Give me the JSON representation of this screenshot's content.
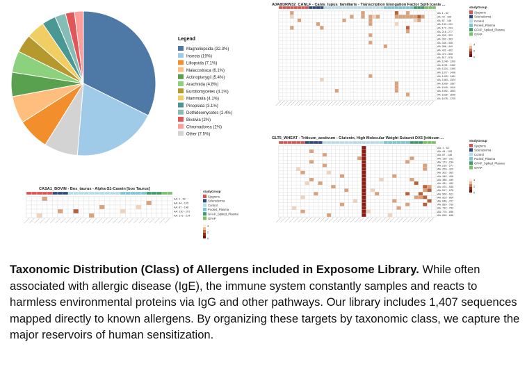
{
  "figure": {
    "caption_title": "Taxonomic Distribution (Class) of Allergens included in Exposome Library.",
    "caption_body": "While often associated with allergic disease (IgE), the immune system constantly samples and reacts to harmless environmental proteins via IgG and other pathways. Our library includes 1,407 sequences mapped directly to known allergens. By organizing these targets by taxonomic class, we capture the major reservoirs of human sensitization."
  },
  "chart_data": [
    {
      "type": "pie",
      "legend_title": "Legend",
      "legend_position": "right",
      "labels": [
        "Magnoliopsida (32.3%)",
        "Insecta (19%)",
        "Liliopsida (7.1%)",
        "Malacostraca (6.1%)",
        "Actinopterygii (5.4%)",
        "Arachnida (4.8%)",
        "Eurotiomycetes (4.1%)",
        "Mammalia (4.1%)",
        "Pinopsida (3.1%)",
        "Dothideomycetes (2.4%)",
        "Bivalvia (2%)",
        "Chromadorea (2%)",
        "Other (7.5%)"
      ],
      "slices": [
        {
          "name": "Magnoliopsida",
          "value": 32.3,
          "color": "#4e79a7"
        },
        {
          "name": "Insecta",
          "value": 19,
          "color": "#a0cbe8"
        },
        {
          "name": "Other",
          "value": 7.5,
          "color": "#d3d3d3"
        },
        {
          "name": "Liliopsida",
          "value": 7.1,
          "color": "#f28e2b"
        },
        {
          "name": "Malacostraca",
          "value": 6.1,
          "color": "#ffbe7d"
        },
        {
          "name": "Actinopterygii",
          "value": 5.4,
          "color": "#59a14f"
        },
        {
          "name": "Arachnida",
          "value": 4.8,
          "color": "#8cd17d"
        },
        {
          "name": "Eurotiomycetes",
          "value": 4.1,
          "color": "#b6992d"
        },
        {
          "name": "Mammalia",
          "value": 4.1,
          "color": "#f1ce63"
        },
        {
          "name": "Pinopsida",
          "value": 3.1,
          "color": "#499894"
        },
        {
          "name": "Dothideomycetes",
          "value": 2.4,
          "color": "#86bcb6"
        },
        {
          "name": "Bivalvia",
          "value": 2,
          "color": "#e15759"
        },
        {
          "name": "Chromadorea",
          "value": 2,
          "color": "#ff9d9a"
        }
      ]
    },
    {
      "type": "heatmap",
      "title": "A0A8I3RW32_CANLF - Canis_lupus_familiaris - Transcription Elongation Factor Spt6 [canis ...",
      "rows": [
        "AA: 1 - 62",
        "AA: 44 - 105",
        "AA: 87 - 148",
        "AA: 130 - 191",
        "AA: 173 - 234",
        "AA: 216 - 277",
        "AA: 259 - 320",
        "AA: 302 - 363",
        "AA: 345 - 406",
        "AA: 388 - 449",
        "AA: 431 - 492",
        "AA: 474 - 535",
        "AA: 517 - 578",
        "AA: 1248 - 1309",
        "AA: 1291 - 1352",
        "AA: 1334 - 1395",
        "AA: 1377 - 1438",
        "AA: 1420 - 1481",
        "AA: 1463 - 1524",
        "AA: 1506 - 1567",
        "AA: 1549 - 1610",
        "AA: 1592 - 1653",
        "AA: 1635 - 1696",
        "AA: 1678 - 1705"
      ],
      "legend_title": "studyGroup",
      "groups": [
        {
          "name": "Sjogrens",
          "color": "#d9534f"
        },
        {
          "name": "Scleroderma",
          "color": "#2e4a7a"
        },
        {
          "name": "Control",
          "color": "#b7dce6"
        },
        {
          "name": "Pooled_Plasma",
          "color": "#7fc4d4"
        },
        {
          "name": "GFAP_Spiked_Plasma",
          "color": "#3f9a6b"
        },
        {
          "name": "GFAP",
          "color": "#7cbf6a"
        }
      ],
      "scale": [
        "0",
        "2",
        "4"
      ]
    },
    {
      "type": "heatmap",
      "title": "GLT5_WHEAT - Triticum_aestivum - Glutenin, High Molecular Weight Subunit DX5 [triticum ...",
      "rows": [
        "AA: 1 - 62",
        "AA: 44 - 105",
        "AA: 87 - 148",
        "AA: 130 - 191",
        "AA: 173 - 234",
        "AA: 216 - 277",
        "AA: 259 - 320",
        "AA: 302 - 363",
        "AA: 345 - 406",
        "AA: 388 - 449",
        "AA: 431 - 492",
        "AA: 474 - 535",
        "AA: 517 - 578",
        "AA: 560 - 621",
        "AA: 603 - 664",
        "AA: 646 - 707",
        "AA: 689 - 750",
        "AA: 732 - 793",
        "AA: 775 - 836",
        "AA: 818 - 846"
      ],
      "legend_title": "studyGroup",
      "groups": [
        {
          "name": "Sjogrens",
          "color": "#d9534f"
        },
        {
          "name": "Scleroderma",
          "color": "#2e4a7a"
        },
        {
          "name": "Control",
          "color": "#b7dce6"
        },
        {
          "name": "Pooled_Plasma",
          "color": "#7fc4d4"
        },
        {
          "name": "GFAP_Spiked_Plasma",
          "color": "#3f9a6b"
        },
        {
          "name": "GFAP",
          "color": "#7cbf6a"
        }
      ],
      "scale": [
        "0",
        "2",
        "4"
      ]
    },
    {
      "type": "heatmap",
      "title": "CASA1_BOVIN - Bos_taurus - Alpha-S1-Casein [bos Taurus]",
      "rows": [
        "AA: 1 - 62",
        "AA: 44 - 105",
        "AA: 87 - 148",
        "AA: 130 - 191",
        "AA: 173 - 214"
      ],
      "legend_title": "studyGroup",
      "groups": [
        {
          "name": "Sjogrens",
          "color": "#d9534f"
        },
        {
          "name": "Scleroderma",
          "color": "#2e4a7a"
        },
        {
          "name": "Control",
          "color": "#b7dce6"
        },
        {
          "name": "Pooled_Plasma",
          "color": "#7fc4d4"
        },
        {
          "name": "GFAP_Spiked_Plasma",
          "color": "#3f9a6b"
        },
        {
          "name": "GFAP",
          "color": "#7cbf6a"
        }
      ],
      "scale": [
        "0",
        "2",
        "4"
      ]
    }
  ]
}
